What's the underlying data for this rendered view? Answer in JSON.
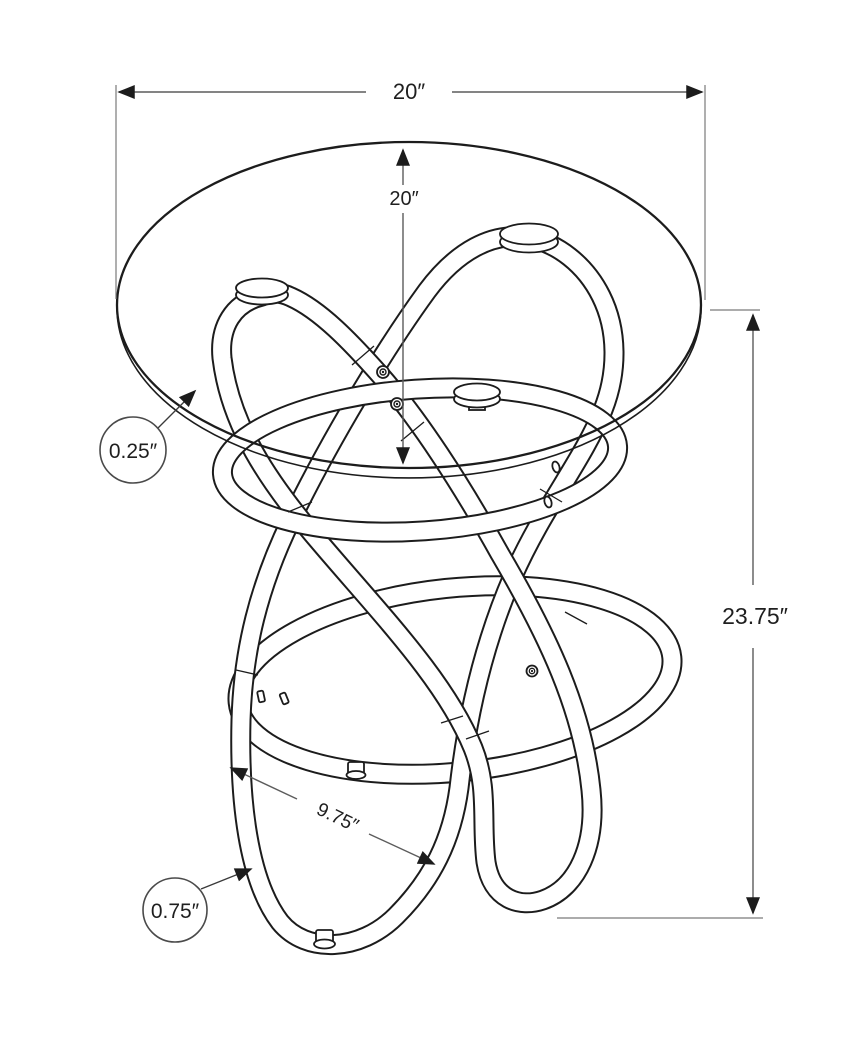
{
  "diagram": {
    "dim_top_width": "20″",
    "dim_top_depth": "20″",
    "dim_height": "23.75″",
    "dim_base_loop": "9.75″",
    "callout_glass_thickness": "0.25″",
    "callout_tube_diameter": "0.75″"
  },
  "colors": {
    "line": "#1c1c1c",
    "dimension_line": "#5c5c5c",
    "background": "#ffffff"
  }
}
